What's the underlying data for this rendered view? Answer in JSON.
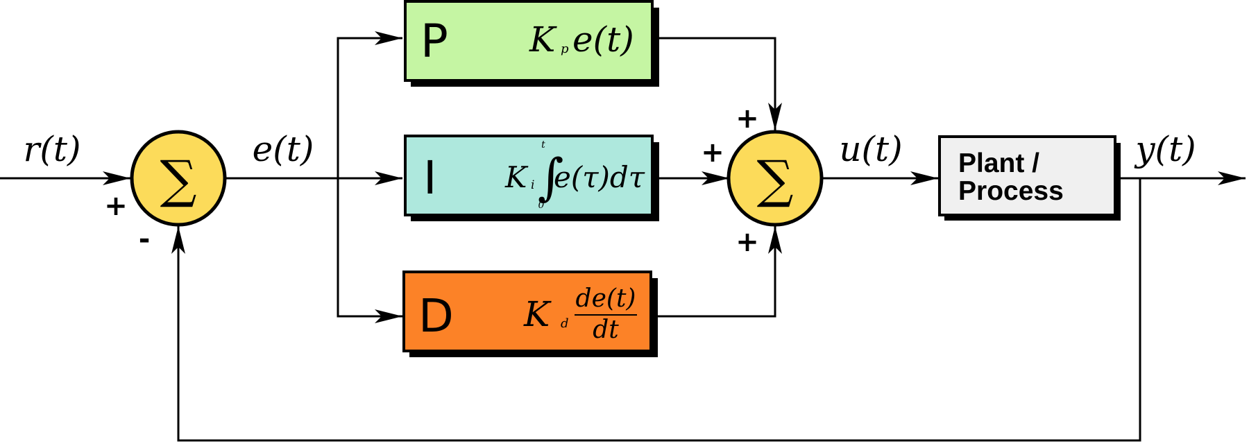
{
  "signals": {
    "reference": "r(t)",
    "error": "e(t)",
    "control": "u(t)",
    "output": "y(t)"
  },
  "summing_junctions": {
    "symbol": "∑",
    "first": {
      "plus_sign": "+",
      "minus_sign": "-"
    },
    "second": {
      "top_sign": "+",
      "left_sign": "+",
      "bottom_sign": "+"
    }
  },
  "blocks": {
    "p": {
      "letter": "P",
      "gain": "K",
      "gain_subscript": "p",
      "term": "e(t)",
      "fill": "#c5f5a3"
    },
    "i": {
      "letter": "I",
      "gain": "K",
      "gain_subscript": "i",
      "integral_sign": "∫",
      "upper_limit": "t",
      "lower_limit": "0",
      "integrand": "e(τ)dτ",
      "fill": "#aee8dd"
    },
    "d": {
      "letter": "D",
      "gain": "K",
      "gain_subscript": "d",
      "numerator": "de(t)",
      "denominator": "dt",
      "fill": "#fc8227"
    }
  },
  "plant": {
    "line1": "Plant /",
    "line2": "Process",
    "fill": "#f0f0f0"
  },
  "colors": {
    "junction_fill": "#fcdb5a",
    "line": "#000000",
    "shadow": "#000000"
  }
}
